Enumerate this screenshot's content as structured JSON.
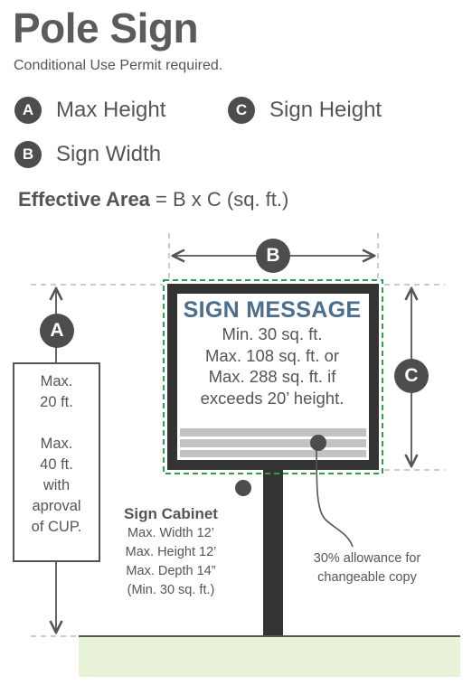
{
  "title": "Pole Sign",
  "subtitle": "Conditional Use Permit required.",
  "legend": [
    {
      "letter": "A",
      "label": "Max Height"
    },
    {
      "letter": "C",
      "label": "Sign Height"
    },
    {
      "letter": "B",
      "label": "Sign Width"
    }
  ],
  "formula": {
    "bold": "Effective Area",
    "rest": " = B x C (sq. ft.)"
  },
  "diagram": {
    "width_marker": "B",
    "height_marker": "A",
    "sign_height_marker": "C",
    "sign_message": {
      "title": "SIGN MESSAGE",
      "lines": [
        "Min. 30 sq. ft.",
        "Max. 108 sq. ft. or",
        "Max. 288 sq. ft. if",
        "exceeds 20’ height."
      ]
    },
    "max_height_box": [
      "Max.",
      "20 ft.",
      "",
      "Max.",
      "40 ft.",
      "with",
      "aproval",
      "of CUP."
    ],
    "sign_cabinet": {
      "title": "Sign Cabinet",
      "lines": [
        "Max. Width 12’",
        "Max. Height 12’",
        "Max. Depth 14”",
        "(Min. 30 sq. ft.)"
      ]
    },
    "allowance": [
      "30% allowance for",
      "changeable copy"
    ]
  },
  "colors": {
    "dark": "#4d4d4d",
    "frame": "#333333",
    "accent_green": "#2e9e4f",
    "title_blue": "#4c6e8e",
    "ground": "#e8f3d8"
  }
}
